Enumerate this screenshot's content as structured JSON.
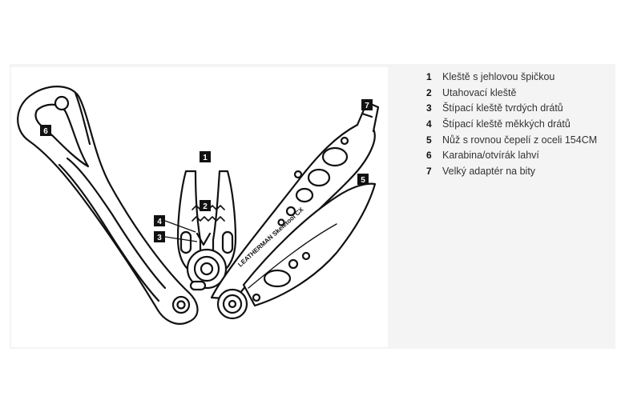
{
  "diagram": {
    "legend": [
      {
        "number": "1",
        "text": "Kleště s jehlovou špičkou"
      },
      {
        "number": "2",
        "text": "Utahovací kleště"
      },
      {
        "number": "3",
        "text": "Štípací kleště tvrdých drátů"
      },
      {
        "number": "4",
        "text": "Štípací kleště měkkých drátů"
      },
      {
        "number": "5",
        "text": "Nůž s rovnou čepelí z oceli 154CM"
      },
      {
        "number": "6",
        "text": "Karabina/otvírák lahví"
      },
      {
        "number": "7",
        "text": "Velký adaptér na bity"
      }
    ],
    "callouts": {
      "c1": "1",
      "c2": "2",
      "c3": "3",
      "c4": "4",
      "c5": "5",
      "c6": "6",
      "c7": "7"
    },
    "engraving": "LEATHERMAN Skeletool CX"
  }
}
